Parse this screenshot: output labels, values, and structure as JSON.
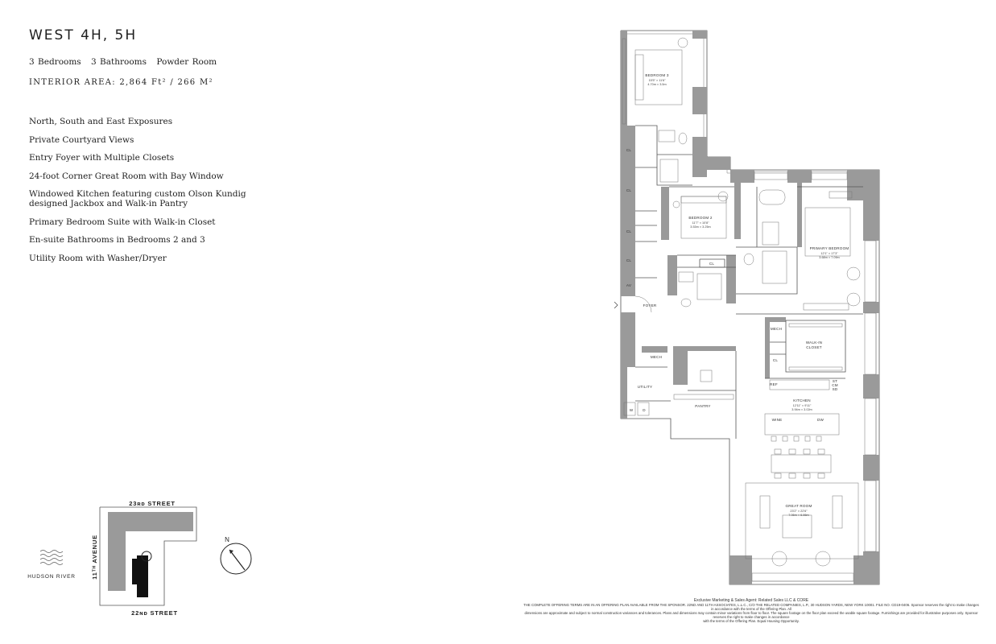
{
  "header": {
    "title": "WEST 4H, 5H",
    "rooms": [
      "3 Bedrooms",
      "3 Bathrooms",
      "Powder Room"
    ],
    "interior_area": "INTERIOR AREA: 2,864 Ft² / 266 M²"
  },
  "features": [
    "North, South and East Exposures",
    "Private Courtyard Views",
    "Entry Foyer with Multiple Closets",
    "24-foot Corner Great Room with Bay Window",
    "Windowed Kitchen featuring custom Olson Kundig designed Jackbox and Walk-in Pantry",
    "Primary Bedroom Suite with Walk-in Closet",
    "En-suite Bathrooms in Bedrooms 2 and 3",
    "Utility Room with Washer/Dryer"
  ],
  "floorplan": {
    "bedroom3": {
      "name": "BEDROOM 3",
      "dim_ft": "15'5\" × 11'6\"",
      "dim_m": "4.70m × 3.5m"
    },
    "bedroom2": {
      "name": "BEDROOM 2",
      "dim_ft": "11'7\" × 10'8\"",
      "dim_m": "3.53m × 3.25m"
    },
    "primary": {
      "name": "PRIMARY BEDROOM",
      "dim_ft": "12'1\" × 17'3\"",
      "dim_m": "3.68m × 7.09m"
    },
    "walkin": {
      "name1": "WALK-IN",
      "name2": "CLOSET"
    },
    "kitchen": {
      "name": "KITCHEN",
      "dim_ft": "12'11\" × 9'11\"",
      "dim_m": "3.94m × 3.02m"
    },
    "great": {
      "name": "GREAT ROOM",
      "dim_ft": "23'2\" × 22'6\"",
      "dim_m": "7.06m × 6.86m"
    },
    "foyer": "FOYER",
    "utility": "UTILITY",
    "pantry": "PANTRY",
    "mech": "MECH",
    "cl": "CL",
    "av": "AV",
    "w": "W",
    "d": "D",
    "wine": "WINE",
    "dw": "DW",
    "ref": "REF",
    "st": "ST",
    "cm": "CM",
    "sd": "SD"
  },
  "keyplan": {
    "street_north": "23ʀᴅ STREET",
    "street_south": "22ɴᴅ STREET",
    "avenue": "11ᵀᴴ AVENUE",
    "river": "HUDSON RIVER",
    "north": "N"
  },
  "legal": {
    "line1": "Exclusive Marketing & Sales Agent: Related Sales LLC & CORE",
    "line2": "THE COMPLETE OFFERING TERMS ARE IN AN OFFERING PLAN AVAILABLE FROM THE SPONSOR. 22ND AND 11TH ASSOCIATES, L.L.C., C/O THE RELATED COMPANIES, L.P., 30 HUDSON YARDS, NEW YORK 10001. FILE NO. CD19-0406. Sponsor reserves the right to make changes in accordance with the terms of the Offering Plan. All",
    "line3": "dimensions are approximate and subject to normal construction variances and tolerances. Plans and dimensions may contain minor variations from floor to floor. The square footage on the floor plan exceed the usable square footage. Furnishings are provided for illustrative purposes only. Sponsor reserves the right to make changes in accordance",
    "line4": "with the terms of the Offering Plan. Equal Housing Opportunity."
  }
}
